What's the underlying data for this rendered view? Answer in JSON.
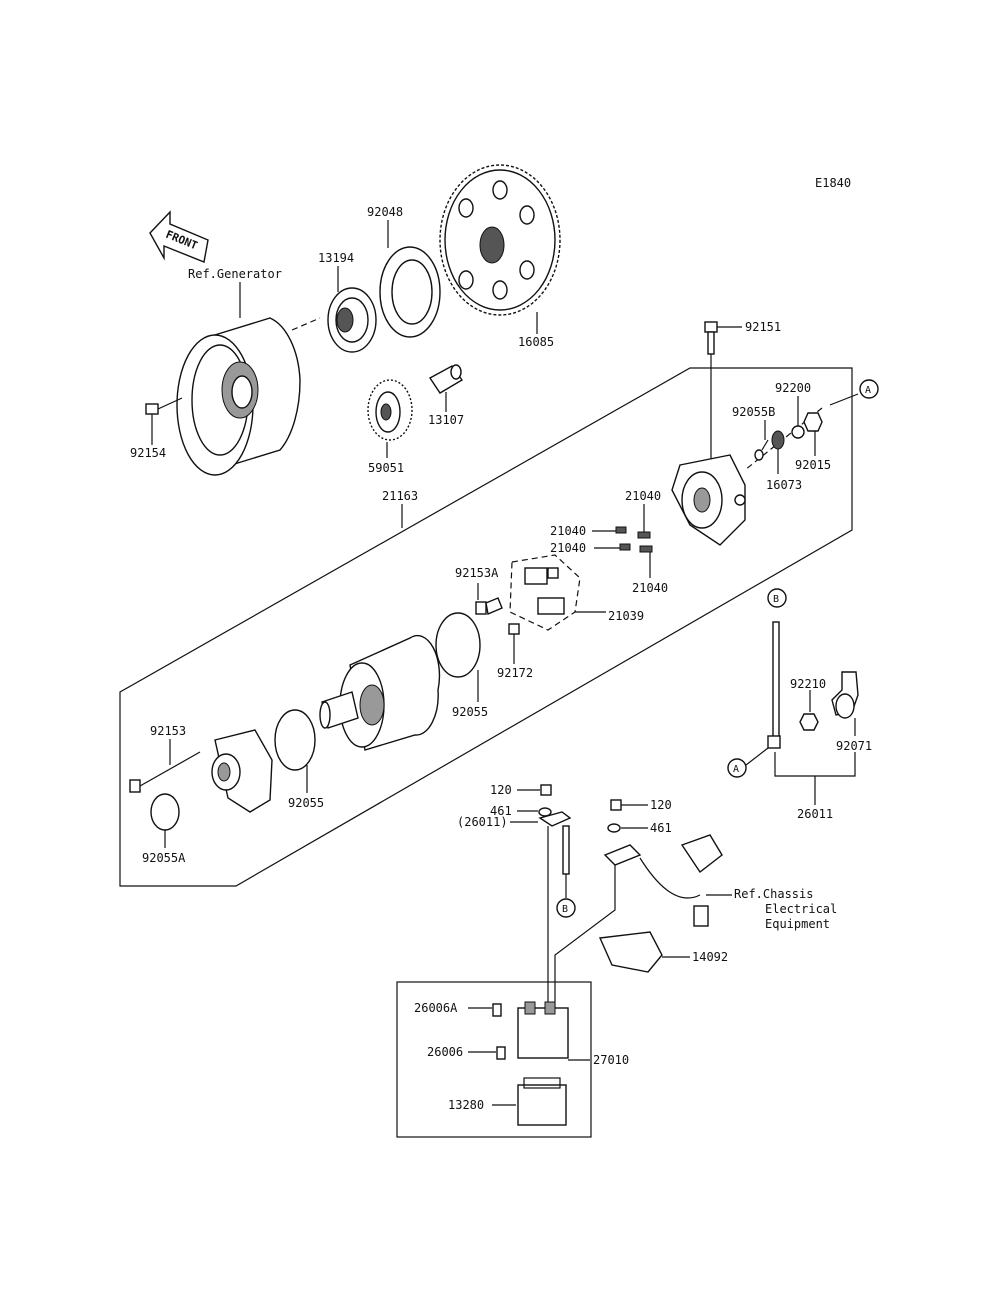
{
  "diagram_code": "E1840",
  "front_arrow": "FRONT",
  "ref_generator": "Ref.Generator",
  "ref_chassis": [
    "Ref.Chassis",
    "Electrical",
    "Equipment"
  ],
  "callouts": {
    "A": "A",
    "B": "B"
  },
  "parts": {
    "p92048": "92048",
    "p13194": "13194",
    "p16085": "16085",
    "p92151": "92151",
    "p92154": "92154",
    "p13107": "13107",
    "p59051": "59051",
    "p21163": "21163",
    "p92200": "92200",
    "p92055B": "92055B",
    "p92015": "92015",
    "p16073": "16073",
    "p21040a": "21040",
    "p21040b": "21040",
    "p21040c": "21040",
    "p21040d": "21040",
    "p92153A": "92153A",
    "p21039": "21039",
    "p92172": "92172",
    "p92055a": "92055",
    "p92055b": "92055",
    "p92153": "92153",
    "p92055A": "92055A",
    "p92210": "92210",
    "p92071": "92071",
    "p26011": "26011",
    "p26011ref": "(26011)",
    "p120a": "120",
    "p461a": "461",
    "p120b": "120",
    "p461b": "461",
    "p14092": "14092",
    "p26006A": "26006A",
    "p26006": "26006",
    "p27010": "27010",
    "p13280": "13280"
  }
}
